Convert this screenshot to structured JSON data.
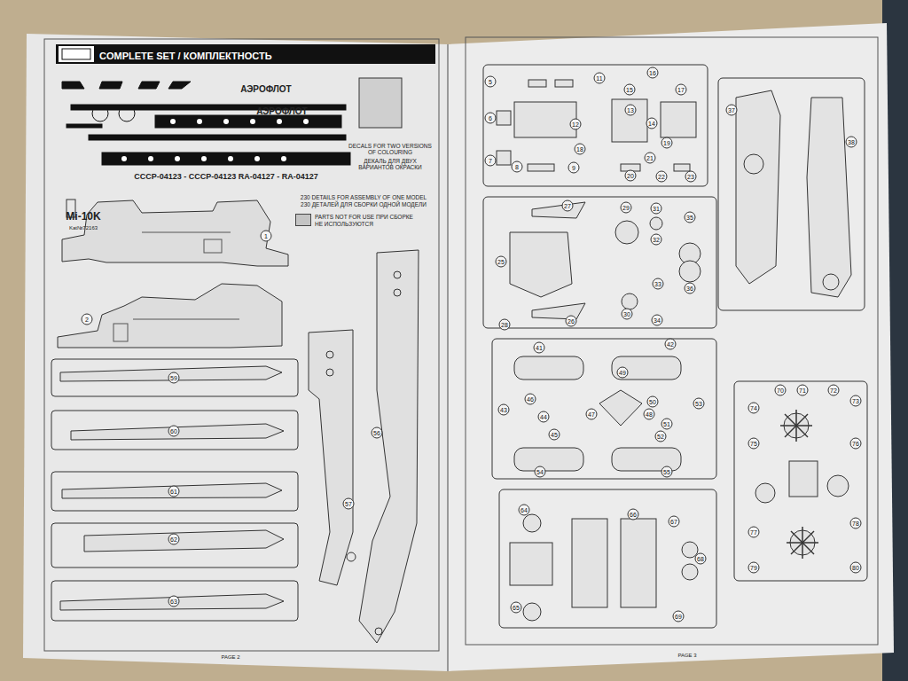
{
  "diagram": {
    "title": "COMPLETE SET / КОМПЛЕКТНОСТЬ",
    "labels": [
      "АЭРОФЛОТ",
      "АЭРОФЛОТ",
      "Mi-10K",
      "Kat№72163",
      "СССР-04123 - СССР-04123 RA-04127 - RA-04127",
      "DECALS FOR TWO VERSIONS OF COLOURING",
      "ДЕКАЛЬ ДЛЯ ДВУХ ВАРИАНТОВ ОКРАСКИ",
      "230 DETAILS FOR ASSEMBLY OF ONE MODEL",
      "230 ДЕТАЛЕЙ ДЛЯ СБОРКИ ОДНОЙ МОДЕЛИ",
      "PAGE 2",
      "PAGE 3",
      "1",
      "2",
      "59",
      "60",
      "61",
      "62",
      "63",
      "56",
      "57",
      "5",
      "6",
      "7",
      "8",
      "9",
      "11",
      "12",
      "13",
      "14",
      "15",
      "16",
      "17",
      "18",
      "19",
      "20",
      "21",
      "22",
      "23",
      "25",
      "26",
      "27",
      "28",
      "29",
      "30",
      "31",
      "32",
      "33",
      "34",
      "35",
      "36",
      "41",
      "42",
      "43",
      "44",
      "45",
      "46",
      "47",
      "48",
      "49",
      "50",
      "51",
      "52",
      "53",
      "54",
      "55",
      "64",
      "65",
      "66",
      "67",
      "68",
      "69",
      "37",
      "38",
      "70",
      "71",
      "72",
      "73",
      "74",
      "75",
      "76",
      "77",
      "78",
      "79",
      "80"
    ],
    "legend": [
      {
        "text": "PARTS NOT FOR USE ПРИ СБОРКЕ НЕ ИСПОЛЬЗУЮТСЯ",
        "color": "#c4c4c4"
      }
    ]
  }
}
